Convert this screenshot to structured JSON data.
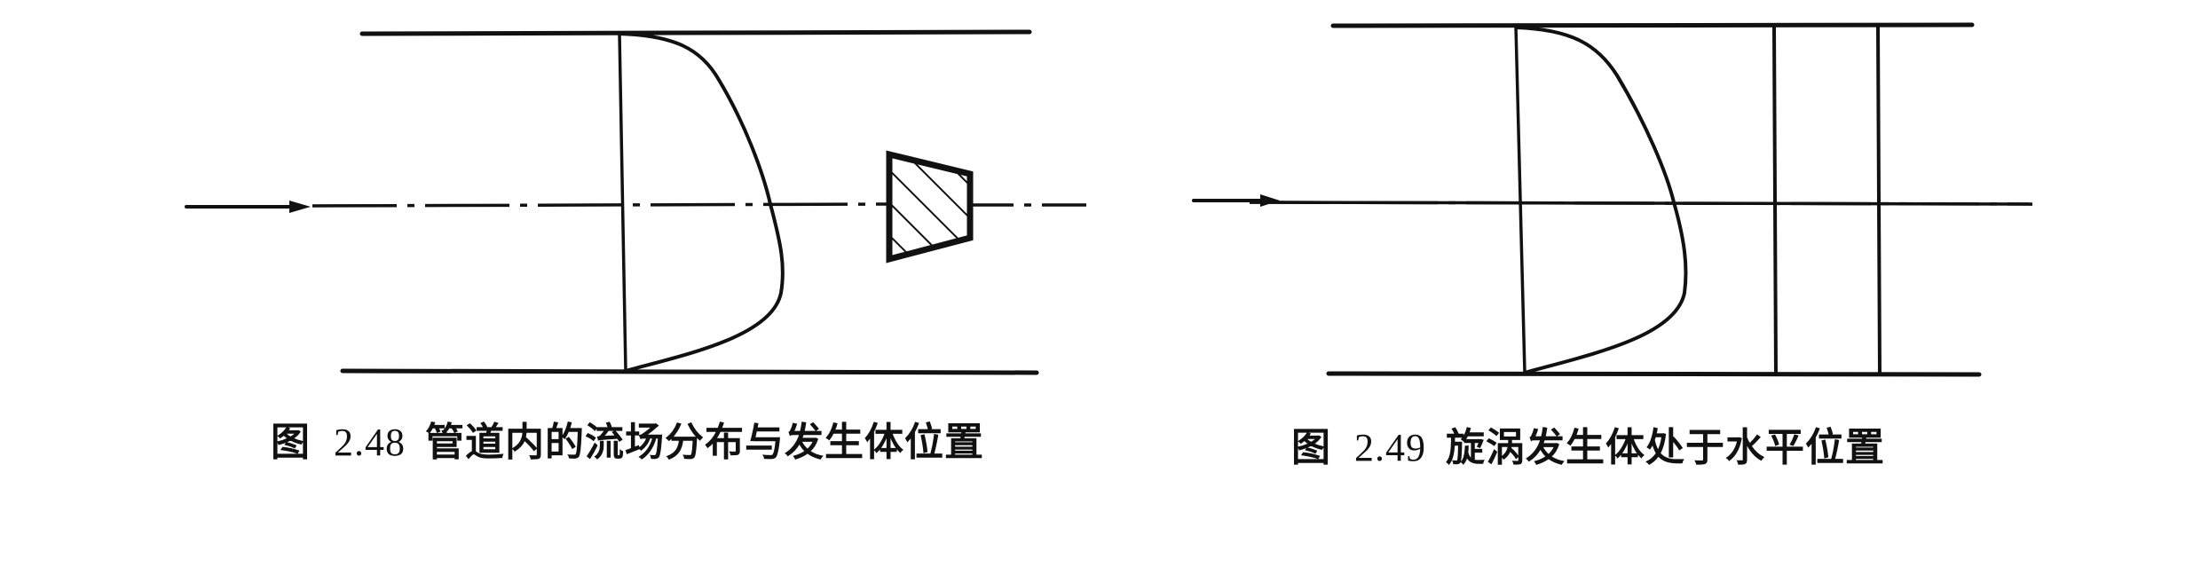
{
  "figures": [
    {
      "id": "fig-2-48",
      "label": "图",
      "number": "2.48",
      "title": "管道内的流场分布与发生体位置",
      "elements": [
        "flow-arrow",
        "pipe-top-wall",
        "pipe-bottom-wall",
        "centerline",
        "velocity-profile",
        "vortex-shedder-body"
      ]
    },
    {
      "id": "fig-2-49",
      "label": "图",
      "number": "2.49",
      "title": "旋涡发生体处于水平位置",
      "elements": [
        "flow-arrow",
        "pipe-top-wall",
        "pipe-bottom-wall",
        "centerline",
        "velocity-profile",
        "shedder-section-line-1",
        "shedder-section-line-2"
      ]
    }
  ],
  "colors": {
    "line": "#111111",
    "background": "#ffffff"
  }
}
